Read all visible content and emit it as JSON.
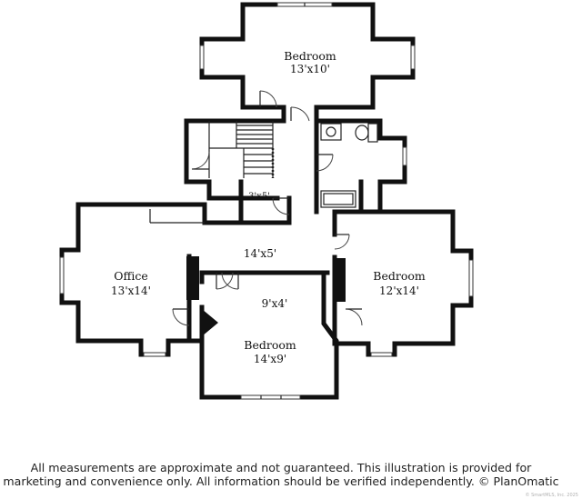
{
  "rooms": [
    {
      "id": "bedroom-top",
      "name": "Bedroom",
      "dims": "13'x10'"
    },
    {
      "id": "closet",
      "name": "",
      "dims": "3'x5'"
    },
    {
      "id": "hall",
      "name": "",
      "dims": "14'x5'"
    },
    {
      "id": "office",
      "name": "Office",
      "dims": "13'x14'"
    },
    {
      "id": "bedroom-right",
      "name": "Bedroom",
      "dims": "12'x14'"
    },
    {
      "id": "small-hall",
      "name": "",
      "dims": "9'x4'"
    },
    {
      "id": "bedroom-bottom",
      "name": "Bedroom",
      "dims": "14'x9'"
    }
  ],
  "disclaimer": {
    "line1": "All measurements are approximate and not guaranteed. This illustration is provided for",
    "line2": "marketing and convenience only. All information should be verified independently. © PlanOmatic"
  },
  "watermark": "© SmartMLS, Inc. 2025"
}
